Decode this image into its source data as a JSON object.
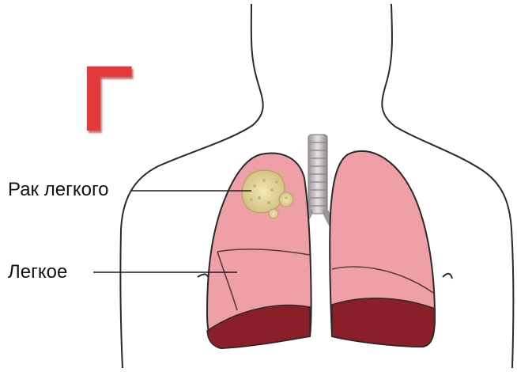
{
  "panel_letter": "Г",
  "labels": {
    "cancer": "Рак легкого",
    "lung": "Легкое"
  },
  "colors": {
    "letter": "#e5393a",
    "lung_fill": "#ef9fa6",
    "lung_base": "#8a1f2a",
    "tumor": "#e6d9a2",
    "outline": "#2a2a2a",
    "trachea": "#c7c2c6"
  }
}
